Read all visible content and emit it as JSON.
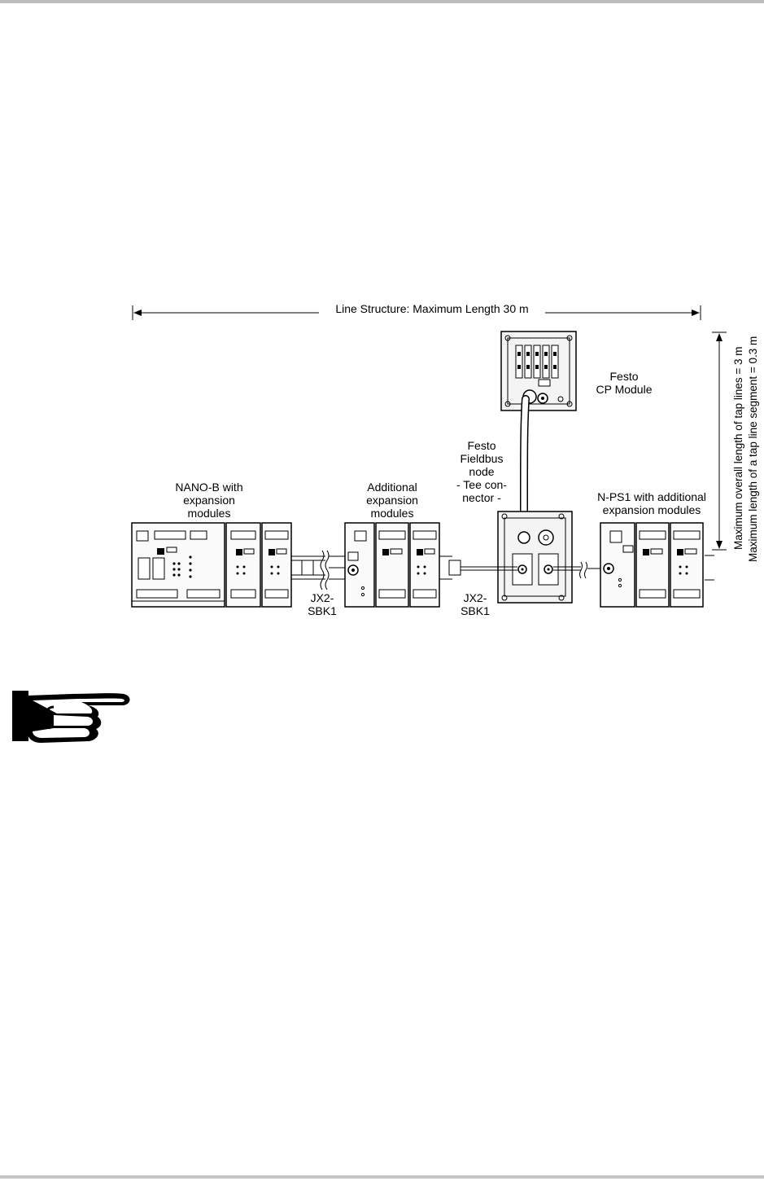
{
  "diagram": {
    "line_structure_label": "Line Structure: Maximum Length 30 m",
    "tap_line_overall_label": "Maximum overall length of tap lines = 3 m",
    "tap_line_segment_label": "Maximum length of a tap line segment = 0.3 m",
    "festo_cp": {
      "line1": "Festo",
      "line2": "CP Module"
    },
    "festo_node": {
      "line1": "Festo",
      "line2": "Fieldbus",
      "line3": "node",
      "line4": "- Tee con-",
      "line5": "nector -"
    },
    "nano_b": {
      "line1": "NANO-B with",
      "line2": "expansion",
      "line3": "modules"
    },
    "additional": {
      "line1": "Additional",
      "line2": "expansion",
      "line3": "modules"
    },
    "nps1": {
      "line1": "N-PS1 with additional",
      "line2": "expansion modules"
    },
    "cable_left": {
      "line1": "JX2-",
      "line2": "SBK1"
    },
    "cable_right": {
      "line1": "JX2-",
      "line2": "SBK1"
    }
  },
  "icons": {
    "note": "pointing-hand-icon"
  }
}
